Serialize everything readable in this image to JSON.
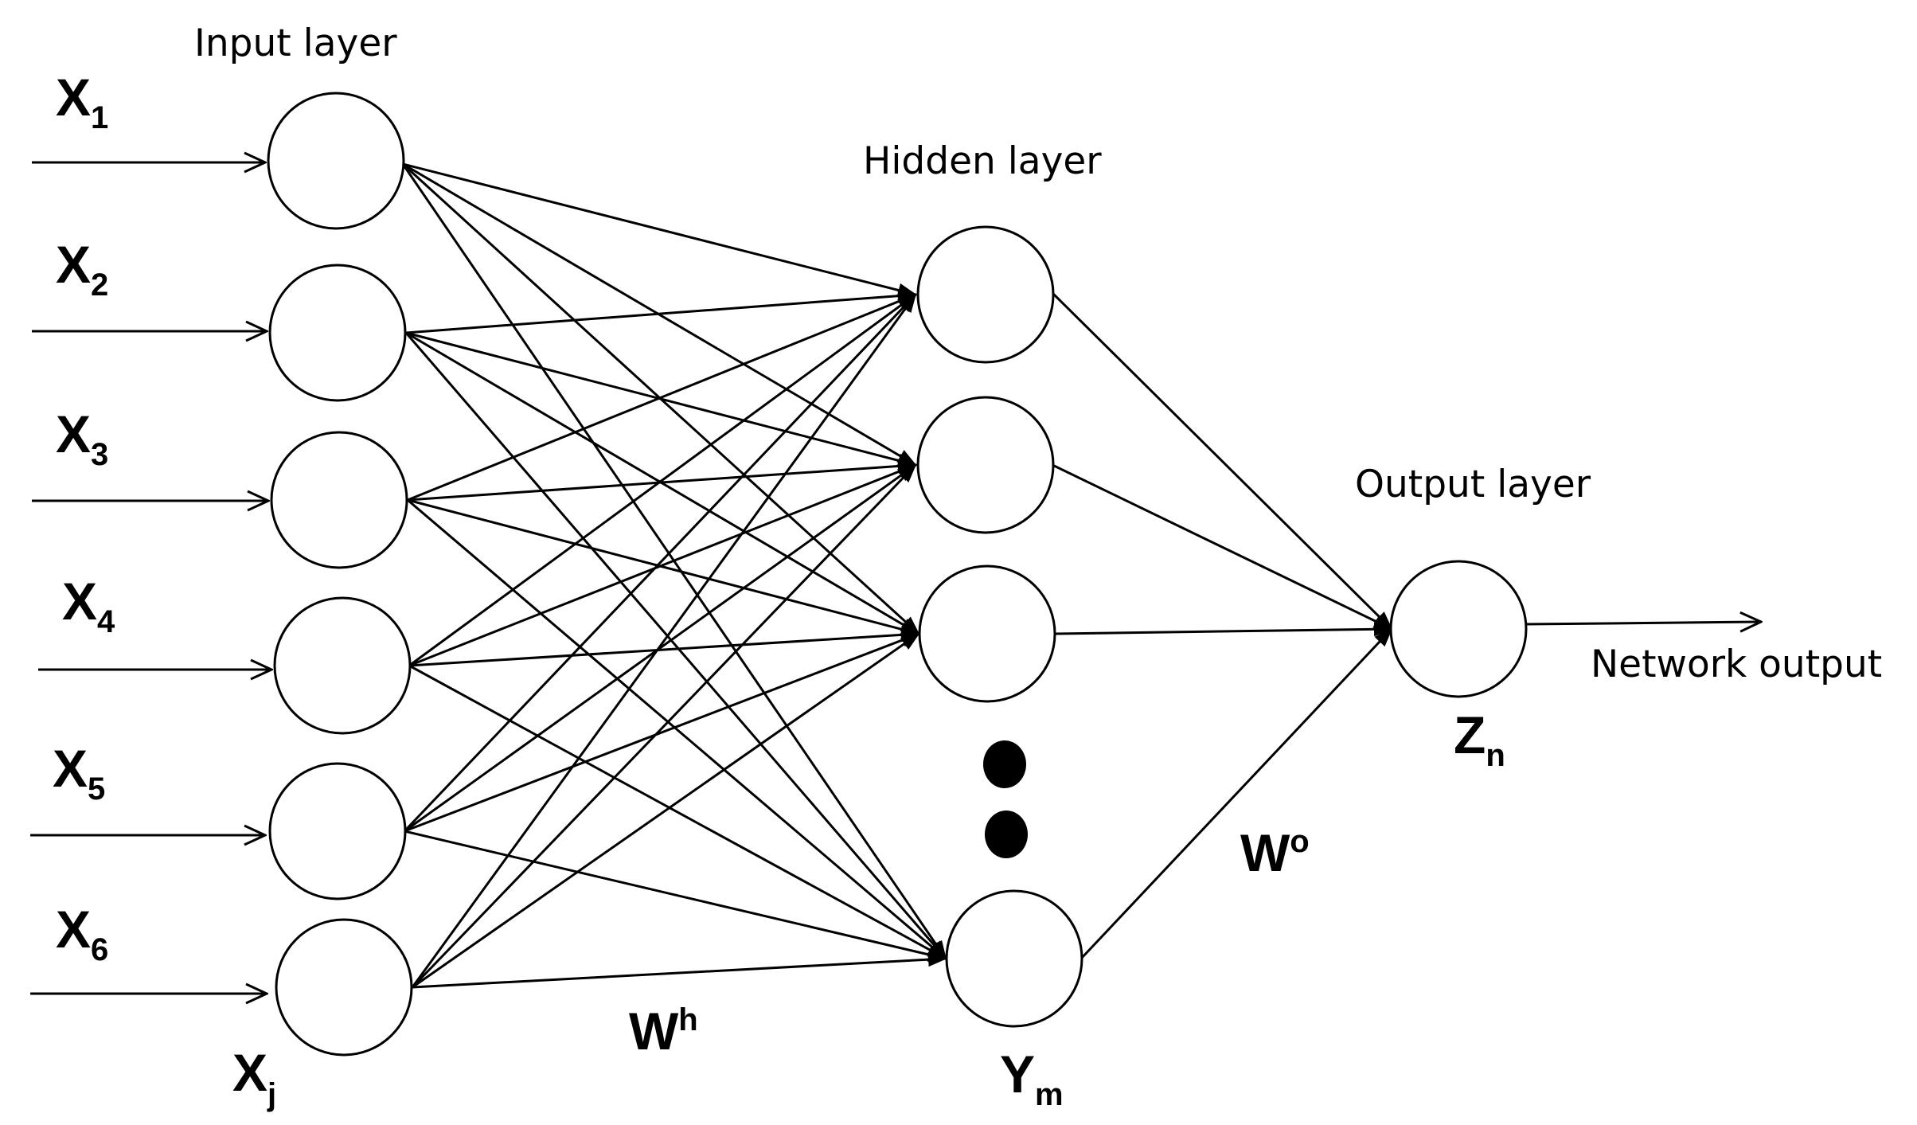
{
  "labels": {
    "input_layer": "Input layer",
    "hidden_layer": "Hidden layer",
    "output_layer": "Output layer",
    "network_output": "Network output"
  },
  "inputs": [
    {
      "base": "X",
      "sub": "1"
    },
    {
      "base": "X",
      "sub": "2"
    },
    {
      "base": "X",
      "sub": "3"
    },
    {
      "base": "X",
      "sub": "4"
    },
    {
      "base": "X",
      "sub": "5"
    },
    {
      "base": "X",
      "sub": "6"
    }
  ],
  "input_general": {
    "base": "X",
    "sub": "j"
  },
  "hidden_general": {
    "base": "Y",
    "sub": "m"
  },
  "output_general": {
    "base": "Z",
    "sub": "n"
  },
  "weights": {
    "hidden": {
      "base": "W",
      "sup": "h"
    },
    "output": {
      "base": "W",
      "sup": "o"
    }
  },
  "colors": {
    "stroke": "#000000",
    "background": "#ffffff"
  }
}
